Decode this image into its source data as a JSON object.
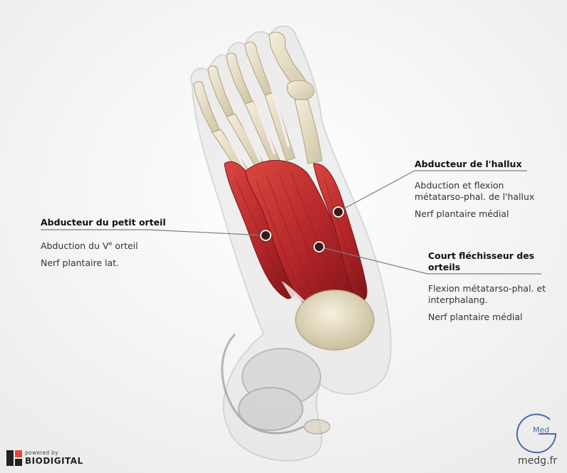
{
  "labels": {
    "hallux": {
      "title": "Abducteur de l'hallux",
      "line1": "Abduction et flexion",
      "line2": "métatarso-phal. de l'hallux",
      "nerve": "Nerf plantaire médial"
    },
    "petit_orteil": {
      "title": "Abducteur du petit orteil",
      "action_prefix": "Abduction du V",
      "action_sup": "e",
      "action_suffix": " orteil",
      "nerve": "Nerf plantaire lat."
    },
    "court_flechisseur": {
      "title_line1": "Court fléchisseur des",
      "title_line2": "orteils",
      "line1": "Flexion métatarso-phal. et",
      "line2": "interphalang.",
      "nerve": "Nerf plantaire médial"
    }
  },
  "branding": {
    "powered_by": "powered by",
    "biodigital": "BIODIGITAL",
    "medg_url": "medg.fr",
    "medg_logo_word": "Med"
  },
  "colors": {
    "muscle": "#b8262a",
    "bone": "#e9e1c9",
    "skin": "#d6d6d6",
    "logo_blue": "#4a6aa6",
    "biodigital_red": "#e0473b"
  }
}
